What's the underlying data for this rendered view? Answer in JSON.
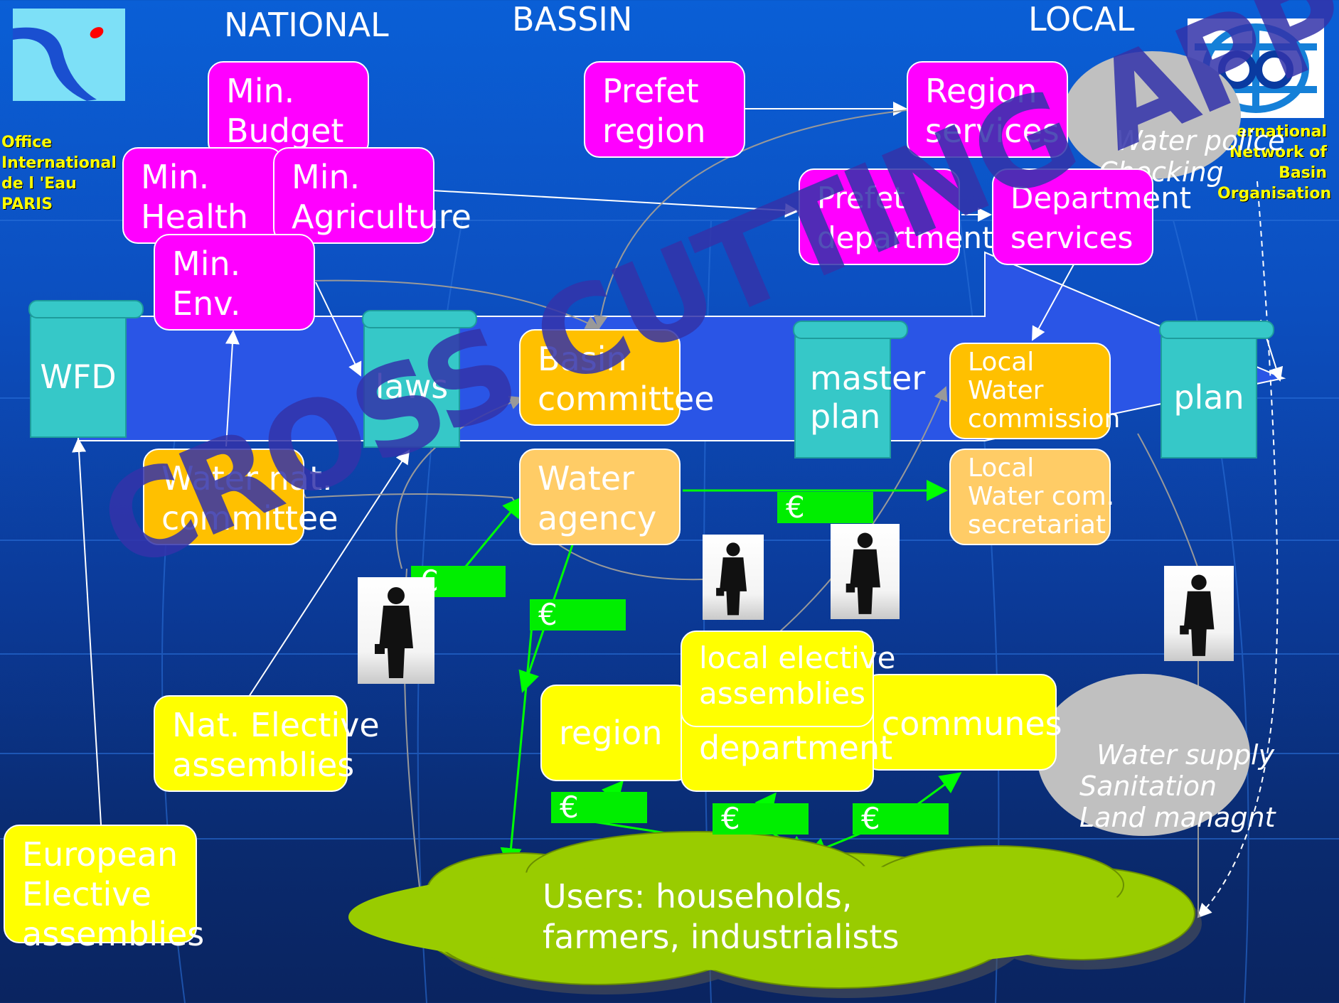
{
  "headers": {
    "national": "NATIONAL",
    "bassin": "BASSIN",
    "local": "LOCAL"
  },
  "logos": {
    "oie_text": "Office\nInternational\nde l 'Eau\nPARIS",
    "inbo_text": "ernational\nNetwork of\nBasin\nOrganisation"
  },
  "national": {
    "min_budget": "Min.\nBudget",
    "min_health": "Min.\nHealth",
    "min_agriculture": "Min.\nAgriculture",
    "min_env": "Min.\nEnv.",
    "water_nat_committee": "Water nat.\ncommittee",
    "nat_elective": "Nat. Elective\nassemblies",
    "european_elective": "European\nElective\nassemblies"
  },
  "basin": {
    "prefet_region": "Prefet\nregion",
    "basin_committee": "Basin\ncommittee",
    "water_agency": "Water\nagency"
  },
  "local": {
    "region_services": "Region\nservices",
    "prefet_department": "Prefet\ndepartment",
    "department_services": "Department\nservices",
    "local_water_commission": "Local\nWater\ncommission",
    "local_water_secretariat": "Local\nWater com.\nsecretariat",
    "local_elective": "local elective\nassemblies",
    "region": "region",
    "department": "department",
    "communes": "communes"
  },
  "scrolls": {
    "wfd": "WFD",
    "laws": "laws",
    "master_plan": "master\nplan",
    "plan": "plan"
  },
  "ellipses": {
    "water_police": "Water police\nChecking",
    "water_supply": "Water supply\nSanitation\nLand managnt"
  },
  "euro_symbol": "€",
  "users": "Users: households,\nfarmers, industrialists",
  "watermark": "CROSS CUTTING APPROACH",
  "colors": {
    "magenta": "#ff00ff",
    "orange": "#ffc000",
    "yellow": "#ffff00",
    "teal": "#36c8c8",
    "green": "#00ee00",
    "cloud": "#99cc00"
  }
}
